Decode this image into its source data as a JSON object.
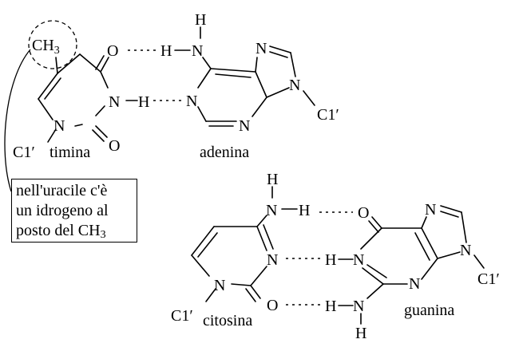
{
  "atoms": {
    "o": "O",
    "n": "N",
    "h": "H",
    "c1": "C1′",
    "ch3_main": "CH",
    "ch3_sub": "3"
  },
  "names": {
    "thymine": "timina",
    "adenine": "adenina",
    "cytosine": "citosina",
    "guanine": "guanina"
  },
  "note": {
    "line1": "nell'uracile c'è",
    "line2": "un idrogeno al",
    "line3": "posto del CH",
    "line3_sub": "3"
  }
}
